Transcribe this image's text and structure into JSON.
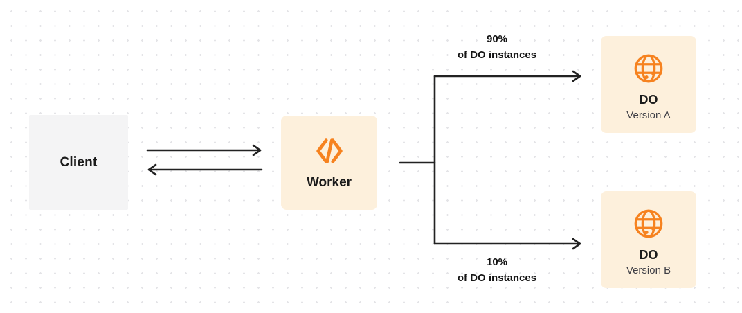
{
  "diagram": {
    "client": {
      "label": "Client"
    },
    "worker": {
      "label": "Worker"
    },
    "do_version_a": {
      "title": "DO",
      "subtitle": "Version A"
    },
    "do_version_b": {
      "title": "DO",
      "subtitle": "Version B"
    },
    "traffic_top": {
      "percent": "90%",
      "caption": "of DO instances"
    },
    "traffic_bottom": {
      "percent": "10%",
      "caption": "of DO instances"
    }
  },
  "icons": {
    "worker": "workers-brackets-icon",
    "durable_object": "globe-icon"
  },
  "colors": {
    "brand_orange": "#F6821F",
    "node_cream": "#FDF0DC",
    "client_gray": "#F4F4F5",
    "arrow_dark": "#222222",
    "dot_grid": "#E4E4E7",
    "text_dark": "#1B1B1B"
  }
}
